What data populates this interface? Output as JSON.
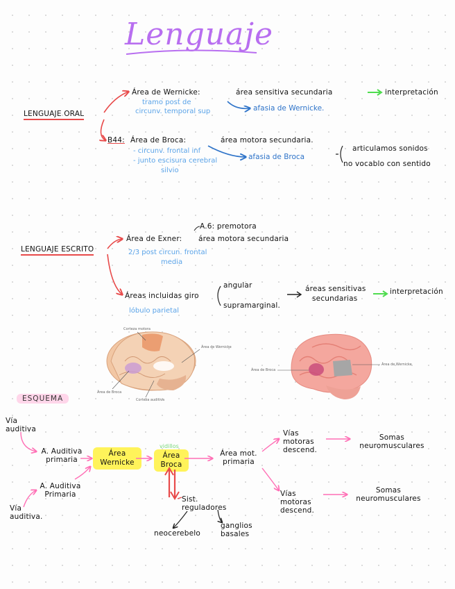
{
  "title": "Lenguaje",
  "oral": {
    "label": "LENGUAJE ORAL",
    "wernicke": {
      "head": "Área de Wernicke:",
      "desc": "área sensitiva secundaria",
      "result": "interpretación",
      "note1": "tramo post de",
      "note2": "circunv. temporal sup",
      "lesion": "afasia de Wernicke."
    },
    "broca": {
      "prefix": "B44:",
      "head": "Área de Broca:",
      "desc": "área motora secundaria.",
      "note1": "- circunv. frontal inf",
      "note2": "- junto escisura cerebral",
      "note3": "silvio",
      "lesion": "afasia de Broca",
      "effect1": "articulamos sonidos",
      "effect2": "no vocablo con sentido"
    }
  },
  "escrito": {
    "label": "LENGUAJE ESCRITO",
    "exner": {
      "aside": "A.6: premotora",
      "head": "Área de Exner:",
      "desc": "área motora secundaria",
      "note1": "2/3 post circun. frontal",
      "note2": "media"
    },
    "giro": {
      "head": "Áreas incluidas giro",
      "opt1": "angular",
      "opt2": "supramarginal.",
      "result1": "áreas sensitivas",
      "result2": "secundarias",
      "result3": "interpretación",
      "note": "lóbulo parietal"
    }
  },
  "brain_left": {
    "label_top": "Corteza motora",
    "label_right": "Área de Wernicke",
    "label_left": "Área de Broca",
    "label_bottom": "Corteza auditiva"
  },
  "brain_right": {
    "label_left": "Área de Broca",
    "label_right": "Área de Wernicke"
  },
  "esquema": {
    "label": "ESQUEMA",
    "via1": "Vía auditiva",
    "ac1": "A. Auditiva primaria",
    "wernicke": "Área Wernicke",
    "broca_small": "vidillos",
    "broca": "Área Broca",
    "motor": "Área mot. primaria",
    "vias1": "Vías motoras descend.",
    "somas1": "Somas neuromusculares",
    "vias2": "Vías motoras descend.",
    "somas2": "Somas neuromusculares",
    "ac2": "A. Auditiva Primaria",
    "via2": "Vía auditiva.",
    "sist": "Sist. reguladores",
    "cerebelo": "neocerebelo",
    "ganglios": "ganglios basales"
  },
  "colors": {
    "title": "#b86ef0",
    "arrow_red": "#e84a4a",
    "arrow_blue": "#2f74c9",
    "arrow_pink": "#ff6fb5",
    "highlight_yellow": "#fff35a",
    "arrow_green": "#4fdc4f"
  }
}
